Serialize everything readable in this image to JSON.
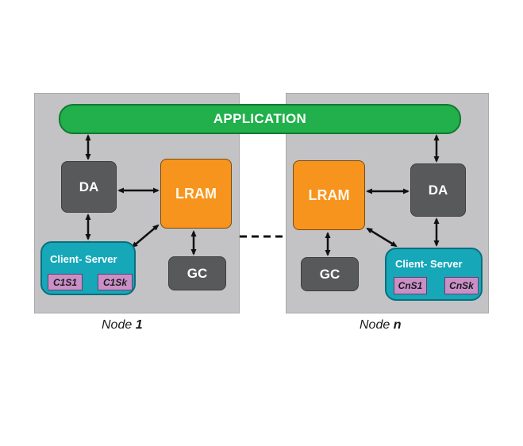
{
  "application": {
    "label": "APPLICATION"
  },
  "node1": {
    "da": "DA",
    "lram": "LRAM",
    "gc": "GC",
    "client_server": "Client- Server",
    "proc_first": "C1S1",
    "proc_last": "C1Sk",
    "label_prefix": "Node ",
    "label_index": "1"
  },
  "noden": {
    "da": "DA",
    "lram": "LRAM",
    "gc": "GC",
    "client_server": "Client- Server",
    "proc_first": "CnS1",
    "proc_last": "CnSk",
    "label_prefix": "Node ",
    "label_index": "n"
  },
  "colors": {
    "application": "#21b04b",
    "da_gc": "#58595b",
    "lram": "#f7941d",
    "client_server": "#16a7b9",
    "process": "#c98fc7",
    "node_background": "#c3c3c5"
  }
}
